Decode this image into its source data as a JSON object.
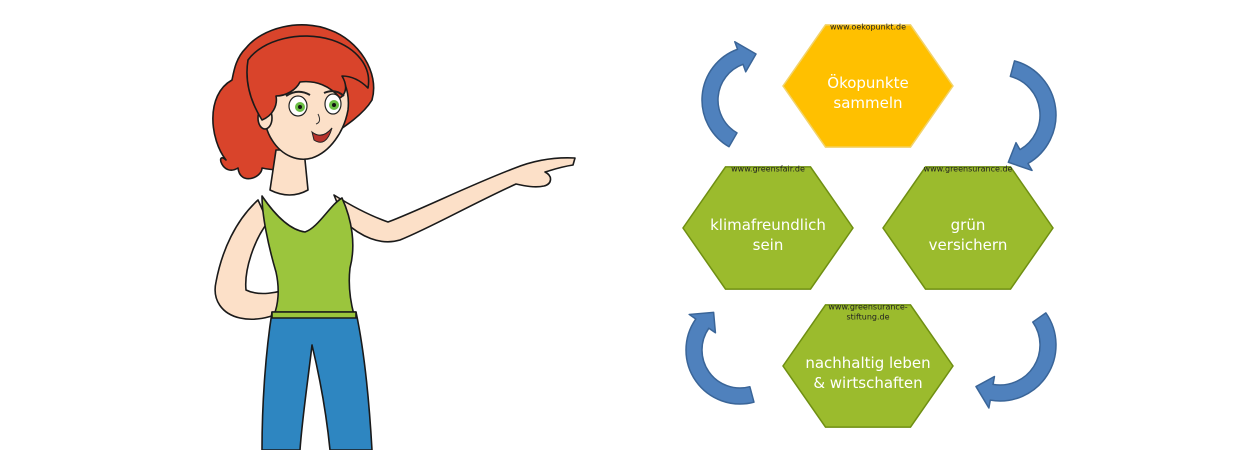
{
  "colors": {
    "orange_fill": "#FFC000",
    "orange_stroke": "#F2D36B",
    "green_fill": "#9BBB2D",
    "green_stroke": "#6F8F12",
    "arrow_fill": "#4F81BD",
    "arrow_stroke": "#3A6598",
    "hair": "#D9442B",
    "skin": "#FCE0C8",
    "top": "#9BC53D",
    "pants": "#2E86C1",
    "eyes": "#6BBE45"
  },
  "illustration": {
    "name": "woman pointing right",
    "icon": "woman-pointing-icon"
  },
  "hexagons": [
    {
      "id": "oekopunkt",
      "url": "www.oekopunkt.de",
      "label_line1": "Ökopunkte",
      "label_line2": "sammeln",
      "color": "orange"
    },
    {
      "id": "greensfair",
      "url": "www.greensfair.de",
      "label_line1": "klimafreundlich",
      "label_line2": "sein",
      "color": "green"
    },
    {
      "id": "greensurance",
      "url": "www.greensurance.de",
      "label_line1": "grün",
      "label_line2": "versichern",
      "color": "green"
    },
    {
      "id": "stiftung",
      "url": "www.greensurance-",
      "url_line2": "stiftung.de",
      "label_line1": "nachhaltig leben",
      "label_line2": "& wirtschaften",
      "color": "green"
    }
  ],
  "arrows": [
    {
      "icon": "curved-arrow-icon",
      "position": "top-left"
    },
    {
      "icon": "curved-arrow-icon",
      "position": "top-right"
    },
    {
      "icon": "curved-arrow-icon",
      "position": "bottom-right"
    },
    {
      "icon": "curved-arrow-icon",
      "position": "bottom-left"
    }
  ]
}
